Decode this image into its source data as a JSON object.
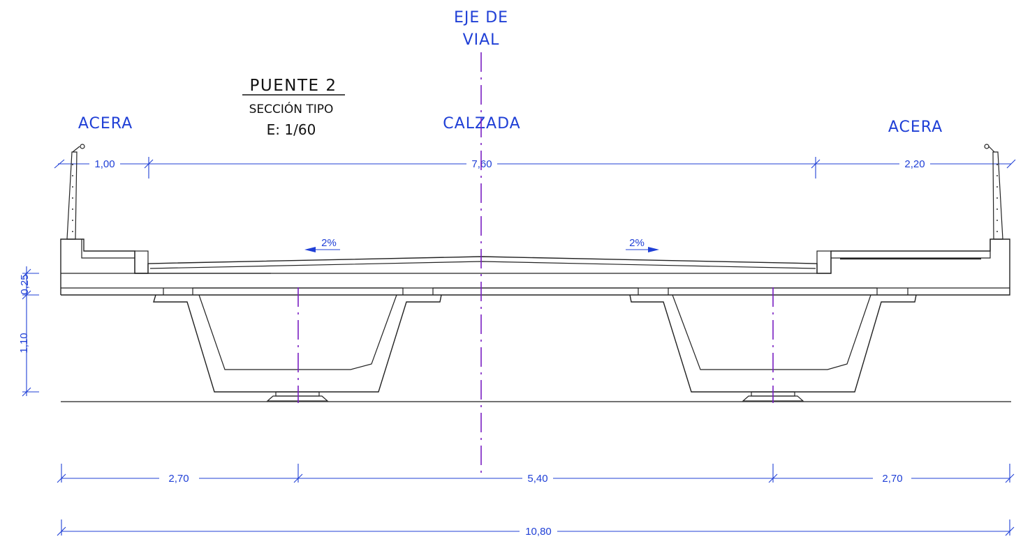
{
  "title": {
    "line1": "PUENTE 2",
    "line2": "SECCIÓN TIPO",
    "line3": "E: 1/60"
  },
  "labels": {
    "axis_line1": "EJE DE",
    "axis_line2": "VIAL",
    "left_sidewalk": "ACERA",
    "roadway": "CALZADA",
    "right_sidewalk": "ACERA",
    "slope_left": "2%",
    "slope_right": "2%"
  },
  "dimensions": {
    "top_left": "1,00",
    "top_middle": "7,60",
    "top_right": "2,20",
    "slab_thickness": "0,25",
    "girder_depth": "1,10",
    "bottom_left": "2,70",
    "bottom_middle": "5,40",
    "bottom_right": "2,70",
    "total_width": "10,80"
  },
  "colors": {
    "annotation": "#1f3fd6",
    "centerline": "#7a1fc2",
    "linework": "#222222"
  }
}
